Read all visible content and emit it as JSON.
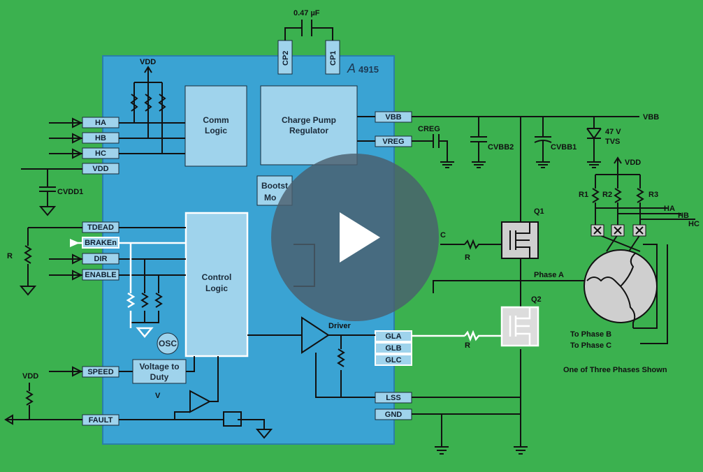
{
  "colors": {
    "background": "#3bb14f",
    "chip": "#3aa3d3",
    "block": "#9fd3ec",
    "overlay": "#4b5f6e"
  },
  "chip": {
    "part_number": "4915",
    "logo": "A"
  },
  "cap_top": {
    "value": "0.47 µF",
    "cp1": "CP1",
    "cp2": "CP2"
  },
  "blocks": {
    "comm_logic": [
      "Comm",
      "Logic"
    ],
    "charge_pump": [
      "Charge Pump",
      "Regulator"
    ],
    "bootstrap": [
      "Bootst",
      "Mo"
    ],
    "control_logic": [
      "Control",
      "Logic"
    ],
    "voltage_to_duty": [
      "Voltage to",
      "Duty"
    ],
    "osc": "OSC"
  },
  "pins_left": {
    "ha": "HA",
    "hb": "HB",
    "hc": "HC",
    "vdd": "VDD",
    "tdead": "TDEAD",
    "brake": "BRAKEn",
    "dir": "DIR",
    "enable": "ENABLE",
    "speed": "SPEED",
    "fault": "FAULT"
  },
  "pins_right": {
    "vbb": "VBB",
    "vreg": "VREG",
    "gla": "GLA",
    "glb": "GLB",
    "glc": "GLC",
    "lss": "LSS",
    "gnd": "GND"
  },
  "labels": {
    "vdd_top": "VDD",
    "cvdd1": "CVDD1",
    "rdead": "R",
    "vdd_bottom": "VDD",
    "vref": "V",
    "driver": "Driver",
    "creg": "CREG",
    "cvbb2": "CVBB2",
    "cvbb1": "CVBB1",
    "vbb_rail": "VBB",
    "tvs_voltage": "47 V",
    "tvs": "TVS",
    "vdd_right": "VDD",
    "r1": "R1",
    "r2": "R2",
    "r3": "R3",
    "ha_out": "HA",
    "hb_out": "HB",
    "hc_out": "HC",
    "q1": "Q1",
    "q2": "Q2",
    "cboot": "C",
    "rgate1": "R",
    "rgate2": "R",
    "phase_a": "Phase A",
    "phase_b": "To Phase B",
    "phase_c": "To Phase C",
    "caption": "One of Three Phases Shown"
  }
}
